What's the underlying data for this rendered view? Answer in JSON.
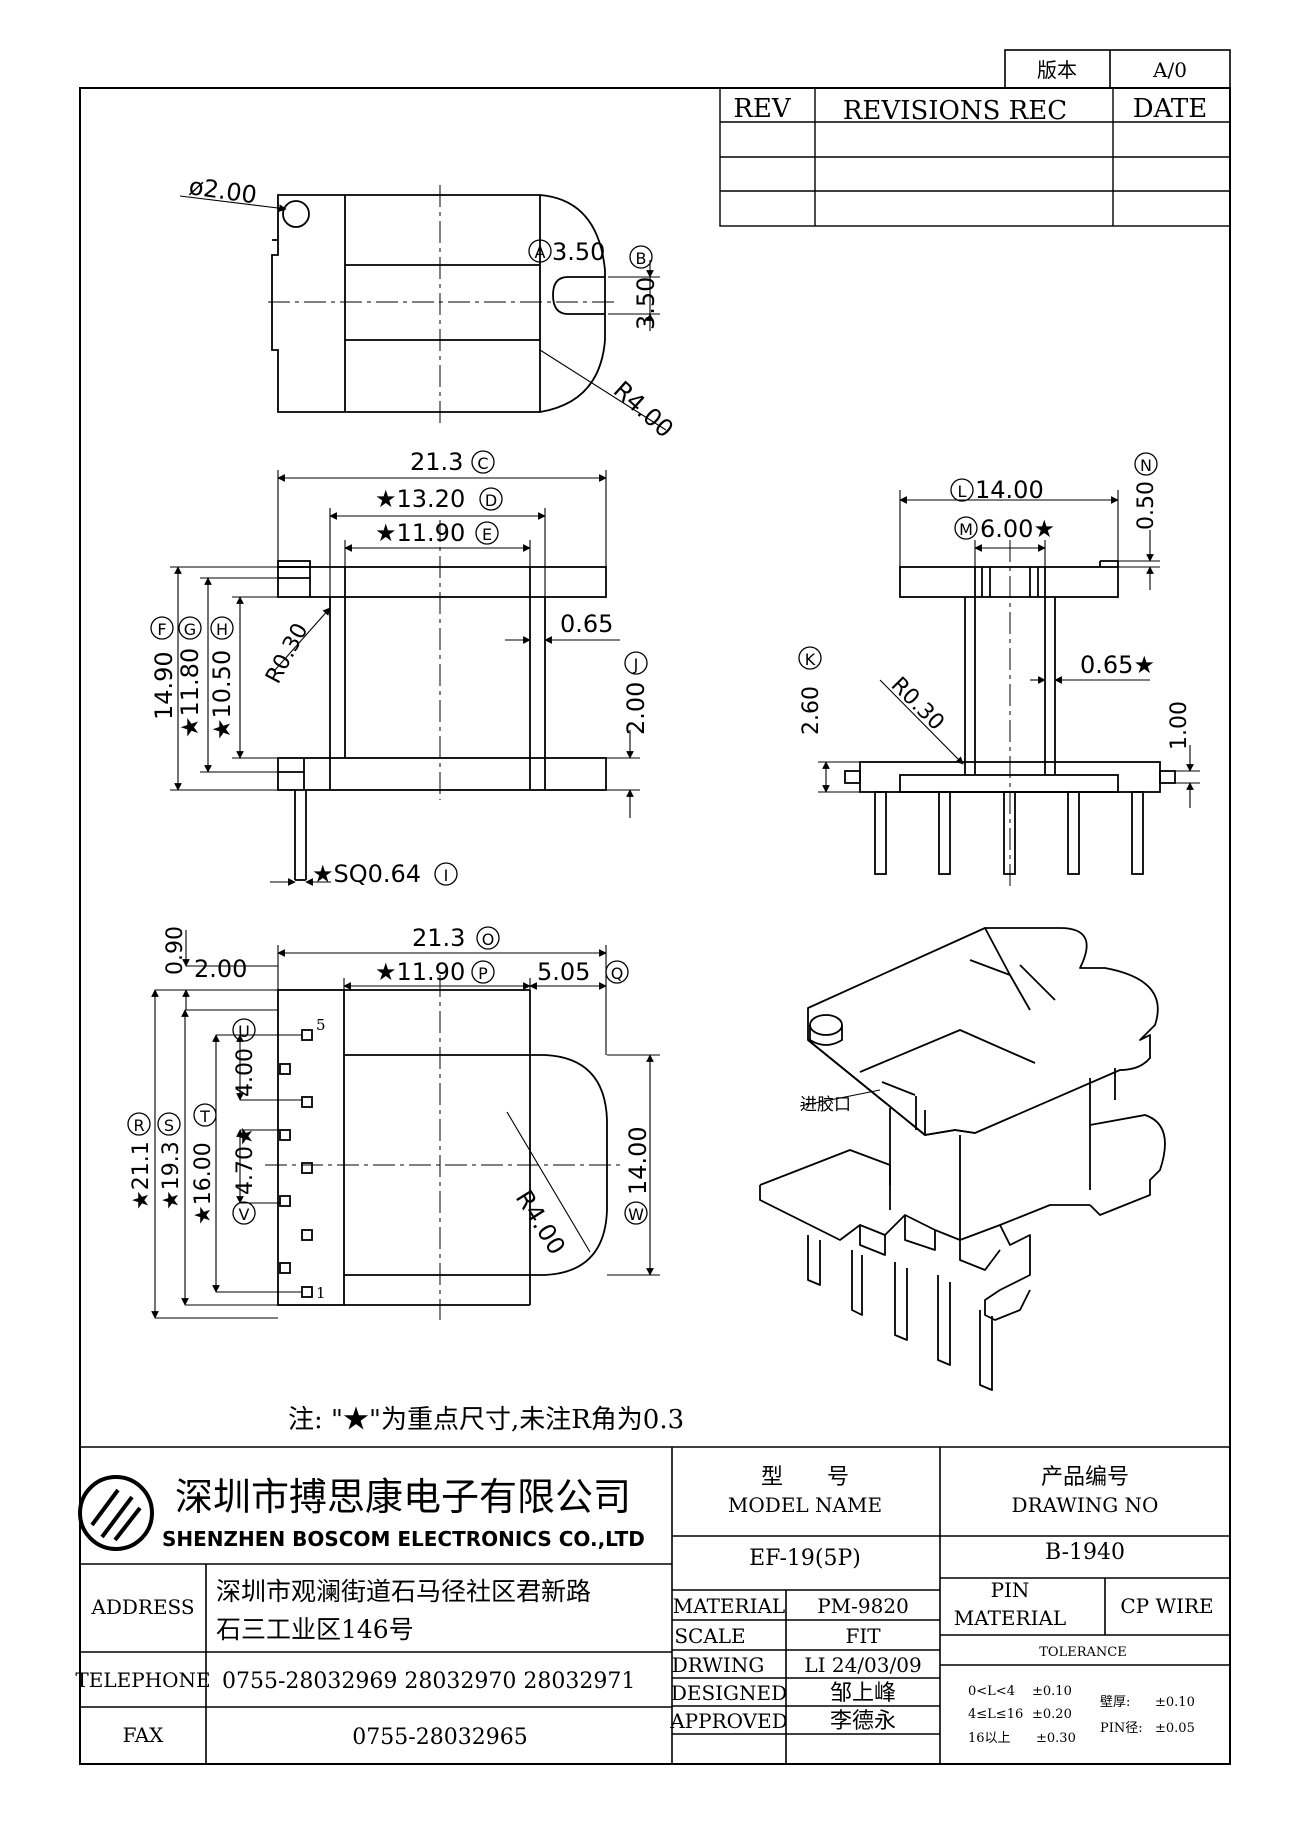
{
  "version_box": {
    "label": "版本",
    "value": "A/0"
  },
  "revisions": {
    "col_rev": "REV",
    "col_rec": "REVISIONS REC",
    "col_date": "DATE",
    "rows": 3
  },
  "top_view": {
    "hole_dia": "ø2.00",
    "slot_a": "3.50",
    "slot_b": "3.50",
    "radius": "R4.00",
    "ref_a": "A",
    "ref_b": "B"
  },
  "front_view": {
    "dim_c": "21.3",
    "ref_c": "C",
    "dim_d": "★13.20",
    "ref_d": "D",
    "dim_e": "★11.90",
    "ref_e": "E",
    "dim_f": "14.90",
    "ref_f": "F",
    "dim_g": "★11.80",
    "ref_g": "G",
    "dim_h": "★10.50",
    "ref_h": "H",
    "radius": "R0.30",
    "wall": "0.65",
    "dim_j": "2.00",
    "ref_j": "J",
    "pin_sq": "★SQ0.64",
    "ref_i": "I"
  },
  "side_view": {
    "dim_l": "14.00",
    "ref_l": "L",
    "dim_m": "6.00★",
    "ref_m": "M",
    "dim_n": "0.50",
    "ref_n": "N",
    "dim_k": "2.60",
    "ref_k": "K",
    "radius": "R0.30",
    "wall": "0.65★",
    "dim_1": "1.00"
  },
  "bottom_view": {
    "dim_090": "0.90",
    "dim_200": "2.00",
    "dim_o": "21.3",
    "ref_o": "O",
    "dim_p": "★11.90",
    "ref_p": "P",
    "dim_q": "5.05",
    "ref_q": "Q",
    "dim_r": "★21.1",
    "ref_r": "R",
    "dim_s": "★19.3",
    "ref_s": "S",
    "dim_t": "★16.00",
    "ref_t": "T",
    "dim_u": "4.00",
    "ref_u": "U",
    "dim_v": "4.70★",
    "ref_v": "V",
    "dim_w": "14.00",
    "ref_w": "W",
    "radius": "R4.00",
    "pin_top": "5",
    "pin_bottom": "1"
  },
  "iso_view": {
    "gate_label": "进胶口"
  },
  "note": "注: \"★\"为重点尺寸,未注R角为0.3",
  "title_block": {
    "company_cn": "深圳市搏思康电子有限公司",
    "company_en": "SHENZHEN BOSCOM ELECTRONICS CO.,LTD",
    "model_cn": "型　　号",
    "model_en": "MODEL NAME",
    "model_value": "EF-19(5P)",
    "drawing_cn": "产品编号",
    "drawing_en": "DRAWING NO",
    "drawing_value": "B-1940",
    "address_label": "ADDRESS",
    "address_line1": "深圳市观澜街道石马径社区君新路",
    "address_line2": "石三工业区146号",
    "telephone_label": "TELEPHONE",
    "telephone": "0755-28032969 28032970 28032971",
    "fax_label": "FAX",
    "fax": "0755-28032965",
    "material_label": "MATERIAL",
    "material": "PM-9820",
    "scale_label": "SCALE",
    "scale": "FIT",
    "drwing_label": "DRWING",
    "drwing": "LI 24/03/09",
    "designed_label": "DESIGNED",
    "designed": "邹上峰",
    "approved_label": "APPROVED",
    "approved": "李德永",
    "pin_material_1": "PIN",
    "pin_material_2": "MATERIAL",
    "pin_material_value": "CP WIRE",
    "tolerance_label": "TOLERANCE",
    "tol_1a": "0<L<4",
    "tol_1b": "±0.10",
    "tol_2a": "4≤L≤16",
    "tol_2b": "±0.20",
    "tol_3a": "16以上",
    "tol_3b": "±0.30",
    "tol_wall_a": "壁厚:",
    "tol_wall_b": "±0.10",
    "tol_pin_a": "PIN径:",
    "tol_pin_b": "±0.05"
  }
}
